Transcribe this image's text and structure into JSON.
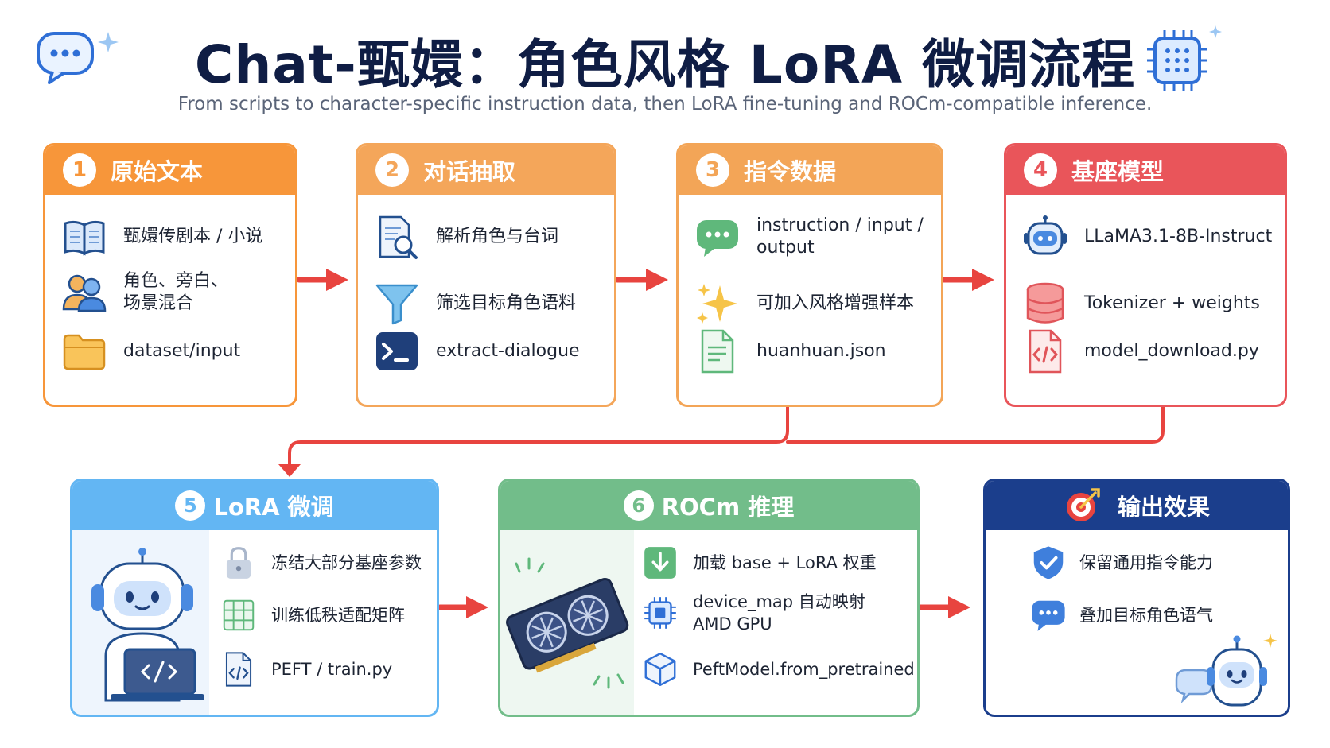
{
  "header": {
    "title": "Chat-甄嬛：角色风格 LoRA 微调流程",
    "subtitle": "From scripts to character-specific instruction data, then LoRA fine-tuning and ROCm-compatible inference."
  },
  "colors": {
    "step1": "#f7963a",
    "step2": "#f4a65a",
    "step3": "#f3a557",
    "step4": "#e9555a",
    "step5": "#63b6f3",
    "step6": "#72bd8a",
    "step7": "#1b3e8c",
    "arrow": "#e8443f"
  },
  "steps": [
    {
      "num": "1",
      "title": "原始文本",
      "items": [
        {
          "icon": "book-icon",
          "label": "甄嬛传剧本 / 小说"
        },
        {
          "icon": "people-icon",
          "label1": "角色、旁白、",
          "label2": "场景混合"
        },
        {
          "icon": "folder-icon",
          "label": "dataset/input"
        }
      ]
    },
    {
      "num": "2",
      "title": "对话抽取",
      "items": [
        {
          "icon": "document-search-icon",
          "label": "解析角色与台词"
        },
        {
          "icon": "filter-icon",
          "label": "筛选目标角色语料"
        },
        {
          "icon": "terminal-icon",
          "label": "extract-dialogue"
        }
      ]
    },
    {
      "num": "3",
      "title": "指令数据",
      "items": [
        {
          "icon": "chat-bubble-icon",
          "label1": "instruction / input /",
          "label2": "output"
        },
        {
          "icon": "sparkle-icon",
          "label": "可加入风格增强样本"
        },
        {
          "icon": "json-file-icon",
          "label": "huanhuan.json"
        }
      ]
    },
    {
      "num": "4",
      "title": "基座模型",
      "items": [
        {
          "icon": "robot-head-icon",
          "label": "LLaMA3.1-8B-Instruct"
        },
        {
          "icon": "database-icon",
          "label": "Tokenizer + weights"
        },
        {
          "icon": "code-file-icon",
          "label": "model_download.py"
        }
      ]
    },
    {
      "num": "5",
      "title": "LoRA 微调",
      "items": [
        {
          "icon": "lock-icon",
          "label": "冻结大部分基座参数"
        },
        {
          "icon": "matrix-grid-icon",
          "label": "训练低秩适配矩阵"
        },
        {
          "icon": "script-file-icon",
          "label": "PEFT / train.py"
        }
      ]
    },
    {
      "num": "6",
      "title": "ROCm 推理",
      "items": [
        {
          "icon": "download-icon",
          "label": "加载 base + LoRA 权重"
        },
        {
          "icon": "chip-icon",
          "label1": "device_map 自动映射",
          "label2": "AMD GPU"
        },
        {
          "icon": "cube-icon",
          "label": "PeftModel.from_pretrained"
        }
      ]
    },
    {
      "title": "输出效果",
      "items": [
        {
          "icon": "shield-check-icon",
          "label": "保留通用指令能力"
        },
        {
          "icon": "chat-bubble-icon",
          "label": "叠加目标角色语气"
        }
      ]
    }
  ]
}
